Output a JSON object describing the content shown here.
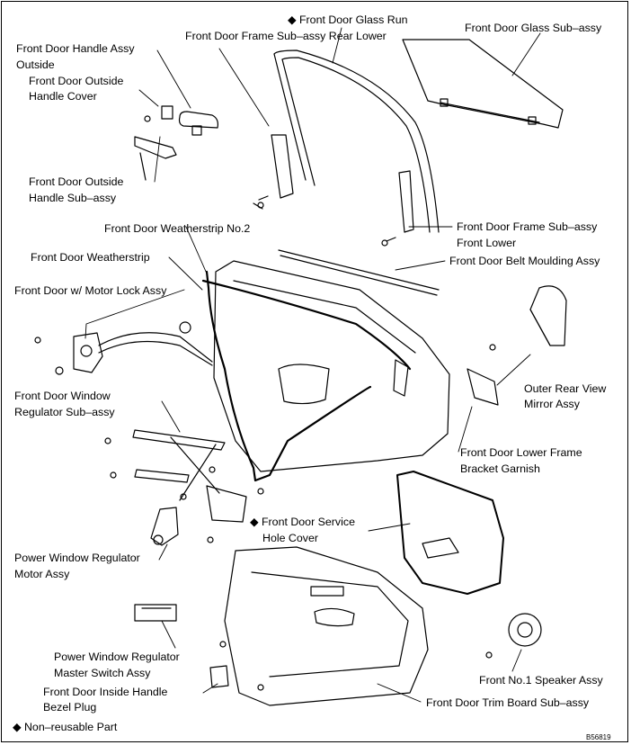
{
  "labels": {
    "glass_run": "Front Door Glass Run",
    "frame_rear_lower": "Front Door Frame Sub–assy Rear Lower",
    "handle_outside_1": "Front Door Handle Assy",
    "handle_outside_2": "Outside",
    "outside_cover_1": "Front Door Outside",
    "outside_cover_2": "Handle Cover",
    "outside_handle_sub_1": "Front Door Outside",
    "outside_handle_sub_2": "Handle Sub–assy",
    "glass_sub": "Front Door Glass Sub–assy",
    "weatherstrip_no2": "Front Door Weatherstrip No.2",
    "weatherstrip": "Front Door Weatherstrip",
    "frame_front_lower_1": "Front Door Frame Sub–assy",
    "frame_front_lower_2": "Front Lower",
    "belt_moulding": "Front Door Belt Moulding Assy",
    "motor_lock": "Front Door w/ Motor Lock Assy",
    "mirror_1": "Outer Rear View",
    "mirror_2": "Mirror Assy",
    "window_regulator_1": "Front Door Window",
    "window_regulator_2": "Regulator Sub–assy",
    "lower_frame_garnish_1": "Front Door Lower Frame",
    "lower_frame_garnish_2": "Bracket Garnish",
    "service_hole_1": "Front Door Service",
    "service_hole_2": "Hole Cover",
    "regulator_motor_1": "Power Window Regulator",
    "regulator_motor_2": "Motor Assy",
    "master_switch_1": "Power Window Regulator",
    "master_switch_2": "Master Switch Assy",
    "inside_bezel_1": "Front Door Inside Handle",
    "inside_bezel_2": "Bezel Plug",
    "speaker": "Front No.1 Speaker Assy",
    "trim_board": "Front Door Trim Board Sub–assy",
    "non_reusable": "Non–reusable Part",
    "figure_code": "B56819"
  },
  "symbols": {
    "diamond": "◆"
  }
}
